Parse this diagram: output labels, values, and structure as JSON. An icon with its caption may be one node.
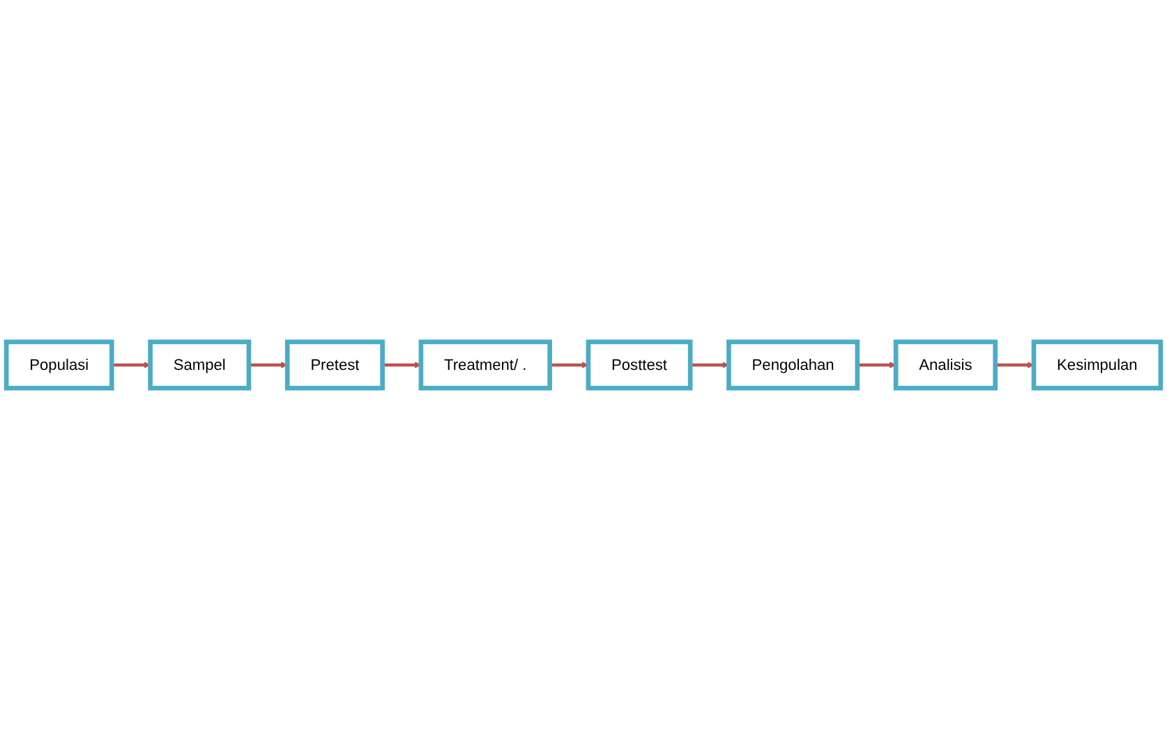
{
  "diagram": {
    "nodes": [
      {
        "text": [
          "Populasi"
        ]
      },
      {
        "text": [
          "Sampel"
        ]
      },
      {
        "text": [
          "Pretest"
        ]
      },
      {
        "text": [
          "Treatment/ ."
        ]
      },
      {
        "text": [
          "Posttest"
        ]
      },
      {
        "text": [
          "Pengolahan"
        ]
      },
      {
        "text": [
          "Analisis"
        ]
      },
      {
        "text": [
          "Kesimpulan"
        ]
      }
    ],
    "edges": [
      {
        "from": 0,
        "to": 1,
        "arrow": "to"
      },
      {
        "from": 1,
        "to": 2,
        "arrow": "to"
      },
      {
        "from": 2,
        "to": 3,
        "arrow": "to"
      },
      {
        "from": 3,
        "to": 4,
        "arrow": "to"
      },
      {
        "from": 4,
        "to": 5,
        "arrow": "to"
      },
      {
        "from": 5,
        "to": 6,
        "arrow": "to"
      },
      {
        "from": 6,
        "to": 7,
        "arrow": "to"
      }
    ]
  }
}
